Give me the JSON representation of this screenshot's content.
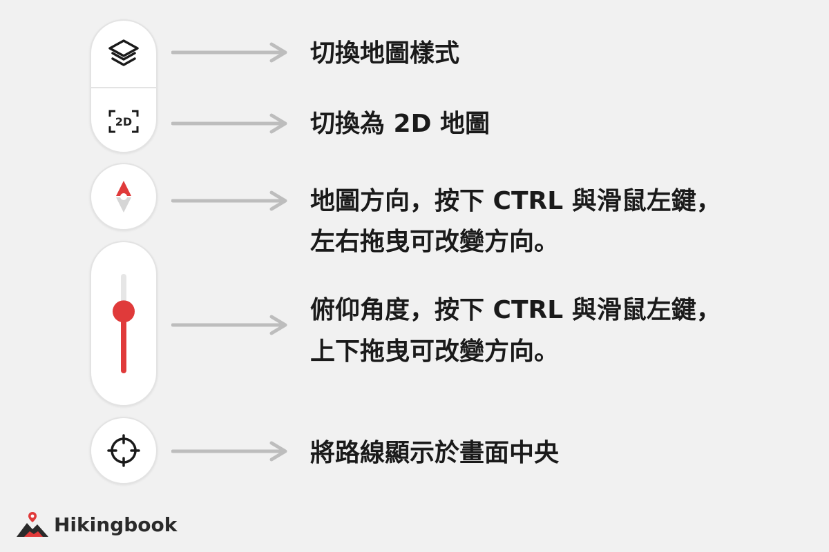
{
  "controls": {
    "layer_switch_icon": "layers-icon",
    "view_2d_label": "2D",
    "compass_icon": "compass-icon",
    "tilt_slider": {
      "value": 0.63,
      "accent": "#e03a3a"
    },
    "center_icon": "crosshair-icon"
  },
  "descriptions": {
    "layers": "切換地圖樣式",
    "view_2d": "切換為 2D 地圖",
    "orientation_line1": "地圖方向，按下 CTRL 與滑鼠左鍵，",
    "orientation_line2": "左右拖曳可改變方向。",
    "tilt_line1": "俯仰角度，按下 CTRL 與滑鼠左鍵，",
    "tilt_line2": "上下拖曳可改變方向。",
    "center": "將路線顯示於畫面中央"
  },
  "brand": {
    "name": "Hikingbook",
    "logo_icon": "mountain-pin-icon",
    "color": "#e03a3a"
  },
  "arrow_color": "#bdbdbd"
}
